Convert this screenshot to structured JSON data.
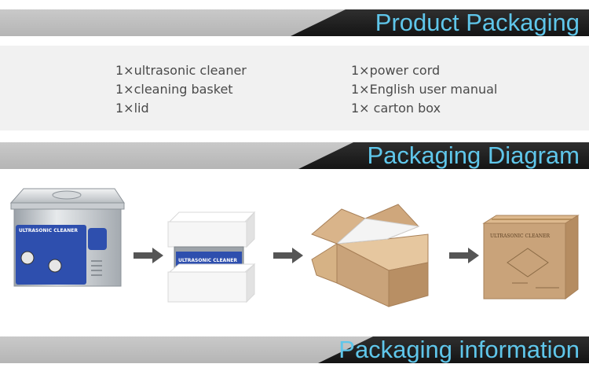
{
  "sections": {
    "product_packaging": {
      "title": "Product Packaging"
    },
    "packaging_diagram": {
      "title": "Packaging Diagram"
    },
    "packaging_information": {
      "title": "Packaging information"
    }
  },
  "contents": {
    "left": [
      "1×ultrasonic cleaner",
      "1×cleaning basket",
      "1×lid"
    ],
    "right": [
      "1×power cord",
      "1×English user manual",
      "1× carton box"
    ]
  },
  "diagram": {
    "cleaner_label": "ULTRASONIC CLEANER",
    "foam_label": "ULTRASONIC CLEANER",
    "carton_label": "ULTRASONIC CLEANER"
  },
  "colors": {
    "title_accent": "#5fc6ea",
    "banner_light": "#c0c0c0",
    "banner_dark": "#1c1c1c",
    "cleaner_blue": "#2e4fae",
    "carton_brown": "#c9a37a",
    "arrow_gray": "#555555"
  }
}
